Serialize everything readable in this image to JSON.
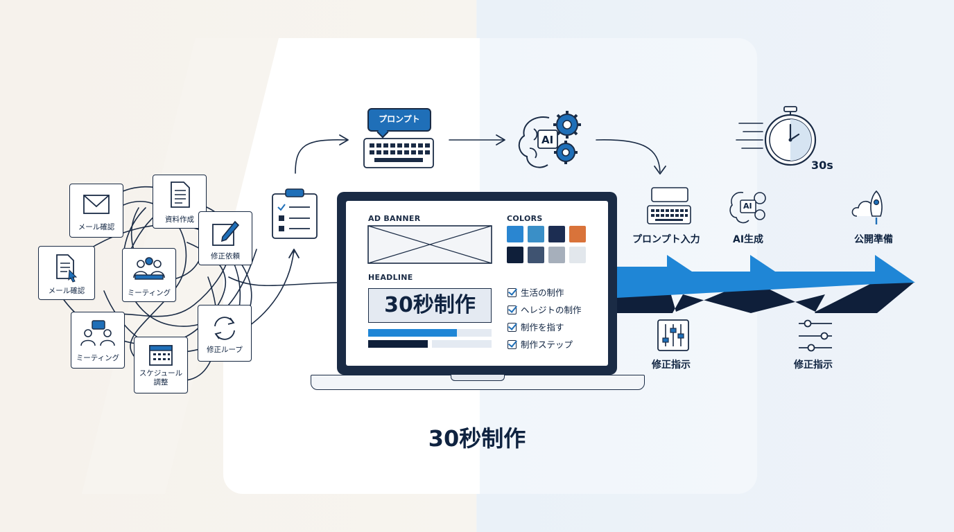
{
  "chaos_tasks": [
    {
      "label": "メール確認",
      "icon": "envelope-icon"
    },
    {
      "label": "資料作成",
      "icon": "document-icon"
    },
    {
      "label": "メール確認",
      "icon": "document-cursor-icon"
    },
    {
      "label": "ミーティング",
      "icon": "people-icon"
    },
    {
      "label": "修正依頼",
      "icon": "edit-icon"
    },
    {
      "label": "ミーティング",
      "icon": "presentation-icon"
    },
    {
      "label": "スケジュール\n調整",
      "icon": "calendar-icon"
    },
    {
      "label": "修正ループ",
      "icon": "refresh-icon"
    }
  ],
  "prompt_bubble": "プロンプト",
  "screen": {
    "ad_banner": "AD BANNER",
    "colors": "COLORS",
    "headline": "HEADLINE",
    "headline_text": "30秒制作",
    "checklist": [
      "生活の制作",
      "ヘレジトの制作",
      "制作を指す",
      "制作ステップ"
    ]
  },
  "swatch_colors": [
    "#2a86d1",
    "#3a8fc7",
    "#1c2d52",
    "#d9733a",
    "#0f1f3a",
    "#3f5371",
    "#a6afbb",
    "#e2e7ec"
  ],
  "timer_label": "30s",
  "steps": [
    {
      "label": "プロンプト入力",
      "icon": "keyboard-icon"
    },
    {
      "label": "AI生成",
      "icon": "ai-brain-icon"
    },
    {
      "label": "公開準備",
      "icon": "rocket-icon"
    }
  ],
  "revisions": [
    {
      "label": "修正指示",
      "icon": "sliders-icon"
    },
    {
      "label": "修正指示",
      "icon": "sliders-icon"
    }
  ],
  "ai_badge": "AI",
  "main_title": "30秒制作",
  "colors": {
    "navy": "#1a2b45",
    "blue": "#1f6fb8",
    "bright_blue": "#1f86d6"
  }
}
